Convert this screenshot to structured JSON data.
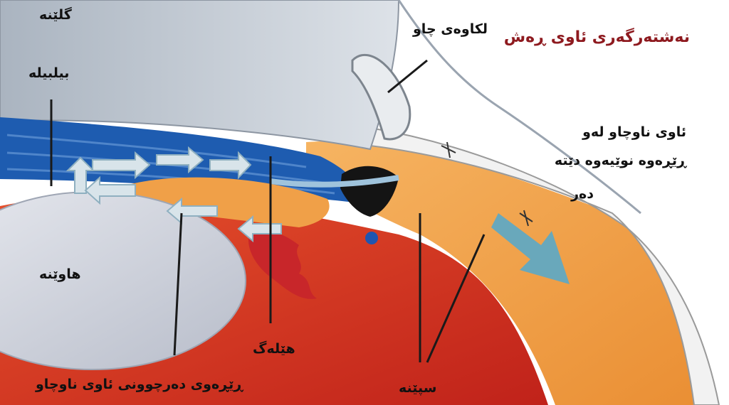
{
  "title": "نەشتەرگەری ئاوی ڕەش",
  "labels": {
    "cornea": "گلێنە",
    "pupil": "بیلبیلە",
    "lens": "هاوێنە",
    "iris": "هێلەگ",
    "conjunctiva": "لکاوەی چاو",
    "sclera": "سپێنە",
    "outflow": "ڕێڕەوی دەرچوونی ئاوی ناوچاو",
    "new_path_line1": "ئاوی ناوچاو لەو",
    "new_path_line2": "ڕێڕەوە نوێیەوە دێتە",
    "new_path_line3": "دەر"
  },
  "colors": {
    "title": "#8e1a1f",
    "label": "#111111",
    "aqueous_arrow": "#a8c2d0",
    "flow_arrow": "#5aa8c8",
    "orange_tissue": "#f2a048",
    "red_body": "#d8301c",
    "iris_blue": "#1e5cb0",
    "cornea_gray": "#d6dce4"
  },
  "icons": [
    "aqueous-flow-arrow-icon",
    "drainage-flow-arrow-icon",
    "suture-icon"
  ]
}
